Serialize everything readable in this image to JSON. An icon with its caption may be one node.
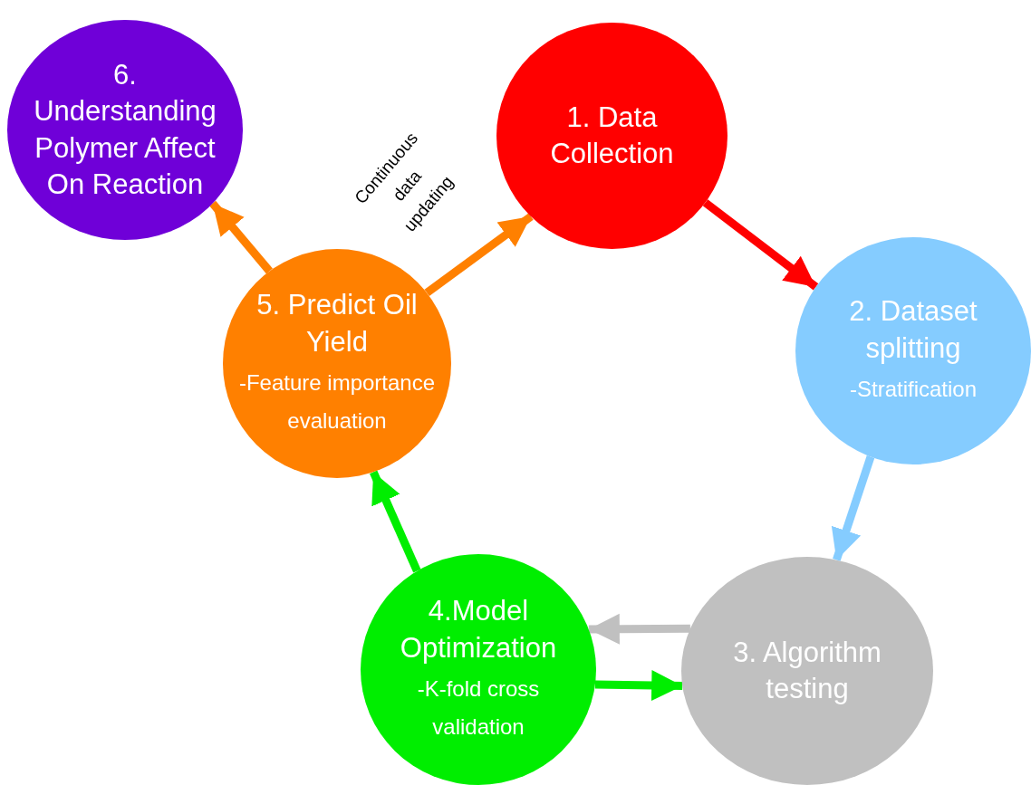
{
  "diagram": {
    "nodes": [
      {
        "text": [
          "1. Data Collection"
        ]
      },
      {
        "text": [
          "2. Dataset splitting",
          "-Stratification"
        ]
      },
      {
        "text": [
          "3. Algorithm testing"
        ]
      },
      {
        "text": [
          "4.Model Optimization",
          "-K-fold cross validation"
        ]
      },
      {
        "text": [
          "5. Predict Oil Yield",
          "-Feature importance evaluation"
        ]
      },
      {
        "text": [
          "6. Understanding Polymer Affect On Reaction"
        ]
      }
    ],
    "edges": [
      {
        "from": 0,
        "to": 1,
        "arrow": "to",
        "color": "#ff0000"
      },
      {
        "from": 1,
        "to": 2,
        "arrow": "to",
        "color": "#85ccff"
      },
      {
        "from": 2,
        "to": 3,
        "arrow": "to",
        "color": "#c0c0c0"
      },
      {
        "from": 3,
        "to": 2,
        "arrow": "to",
        "color": "#00ee00"
      },
      {
        "from": 3,
        "to": 4,
        "arrow": "to",
        "color": "#00ee00"
      },
      {
        "from": 4,
        "to": 0,
        "arrow": "to",
        "label": "Continuous data updating",
        "color": "#ff8000"
      },
      {
        "from": 4,
        "to": 5,
        "arrow": "to",
        "color": "#ff8000"
      }
    ]
  }
}
